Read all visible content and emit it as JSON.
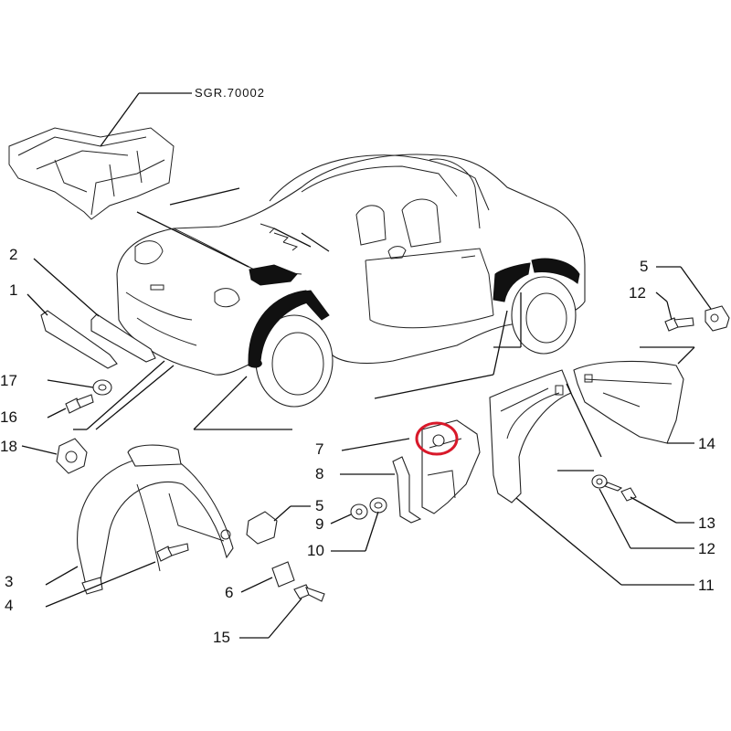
{
  "diagram": {
    "reference_label": "SGR.70002",
    "callouts": [
      {
        "id": "c1",
        "number": "1"
      },
      {
        "id": "c2",
        "number": "2"
      },
      {
        "id": "c3",
        "number": "3"
      },
      {
        "id": "c4",
        "number": "4"
      },
      {
        "id": "c5a",
        "number": "5"
      },
      {
        "id": "c5b",
        "number": "5"
      },
      {
        "id": "c6",
        "number": "6"
      },
      {
        "id": "c7",
        "number": "7"
      },
      {
        "id": "c8",
        "number": "8"
      },
      {
        "id": "c9",
        "number": "9"
      },
      {
        "id": "c10",
        "number": "10"
      },
      {
        "id": "c11",
        "number": "11"
      },
      {
        "id": "c12a",
        "number": "12"
      },
      {
        "id": "c12b",
        "number": "12"
      },
      {
        "id": "c13",
        "number": "13"
      },
      {
        "id": "c14",
        "number": "14"
      },
      {
        "id": "c15",
        "number": "15"
      },
      {
        "id": "c16",
        "number": "16"
      },
      {
        "id": "c17",
        "number": "17"
      },
      {
        "id": "c18",
        "number": "18"
      }
    ],
    "highlight_color": "#d8192a"
  }
}
